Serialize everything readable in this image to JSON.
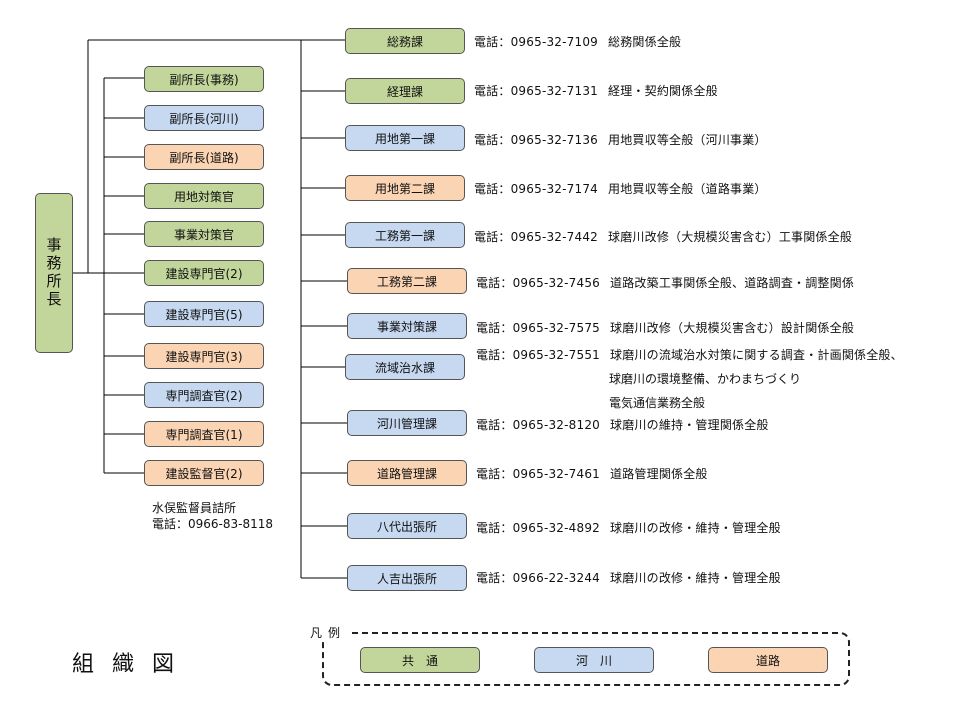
{
  "director": "事務所長",
  "left_units": [
    {
      "label": "副所長(事務)",
      "color": "green"
    },
    {
      "label": "副所長(河川)",
      "color": "blue"
    },
    {
      "label": "副所長(道路)",
      "color": "orange"
    },
    {
      "label": "用地対策官",
      "color": "green"
    },
    {
      "label": "事業対策官",
      "color": "green"
    },
    {
      "label": "建設専門官(2)",
      "color": "green"
    },
    {
      "label": "建設専門官(5)",
      "color": "blue"
    },
    {
      "label": "建設専門官(3)",
      "color": "orange"
    },
    {
      "label": "専門調査官(2)",
      "color": "blue"
    },
    {
      "label": "専門調査官(1)",
      "color": "orange"
    },
    {
      "label": "建設監督官(2)",
      "color": "orange"
    }
  ],
  "minamata_office": {
    "name": "水俣監督員詰所",
    "phone": "電話：0966-83-8118"
  },
  "departments": [
    {
      "label": "総務課",
      "color": "green",
      "phone": "電話：0965-32-7109",
      "duties": [
        "総務関係全般"
      ]
    },
    {
      "label": "経理課",
      "color": "green",
      "phone": "電話：0965-32-7131",
      "duties": [
        "経理・契約関係全般"
      ]
    },
    {
      "label": "用地第一課",
      "color": "blue",
      "phone": "電話：0965-32-7136",
      "duties": [
        "用地買収等全般（河川事業）"
      ]
    },
    {
      "label": "用地第二課",
      "color": "orange",
      "phone": "電話：0965-32-7174",
      "duties": [
        "用地買収等全般（道路事業）"
      ]
    },
    {
      "label": "工務第一課",
      "color": "blue",
      "phone": "電話：0965-32-7442",
      "duties": [
        "球磨川改修（大規模災害含む）工事関係全般"
      ]
    },
    {
      "label": "工務第二課",
      "color": "orange",
      "phone": "電話：0965-32-7456",
      "duties": [
        "道路改築工事関係全般、道路調査・調整関係"
      ]
    },
    {
      "label": "事業対策課",
      "color": "blue",
      "phone": "電話：0965-32-7575",
      "duties": [
        "球磨川改修（大規模災害含む）設計関係全般"
      ]
    },
    {
      "label": "流域治水課",
      "color": "blue",
      "phone": "電話：0965-32-7551",
      "duties": [
        "球磨川の流域治水対策に関する調査・計画関係全般、",
        "球磨川の環境整備、かわまちづくり",
        "電気通信業務全般"
      ]
    },
    {
      "label": "河川管理課",
      "color": "blue",
      "phone": "電話：0965-32-8120",
      "duties": [
        "球磨川の維持・管理関係全般"
      ]
    },
    {
      "label": "道路管理課",
      "color": "orange",
      "phone": "電話：0965-32-7461",
      "duties": [
        "道路管理関係全般"
      ]
    },
    {
      "label": "八代出張所",
      "color": "blue",
      "phone": "電話：0965-32-4892",
      "duties": [
        "球磨川の改修・維持・管理全般"
      ]
    },
    {
      "label": "人吉出張所",
      "color": "blue",
      "phone": "電話：0966-22-3244",
      "duties": [
        "球磨川の改修・維持・管理全般"
      ]
    }
  ],
  "title": "組織図",
  "legend": {
    "label": "凡例",
    "items": [
      {
        "label": "共　通",
        "color": "green"
      },
      {
        "label": "河　川",
        "color": "blue"
      },
      {
        "label": "道路",
        "color": "orange"
      }
    ]
  },
  "colors": {
    "green": "#c2d69b",
    "blue": "#c6d9f1",
    "orange": "#fbd4b4",
    "border": "#555555",
    "line": "#000000"
  }
}
